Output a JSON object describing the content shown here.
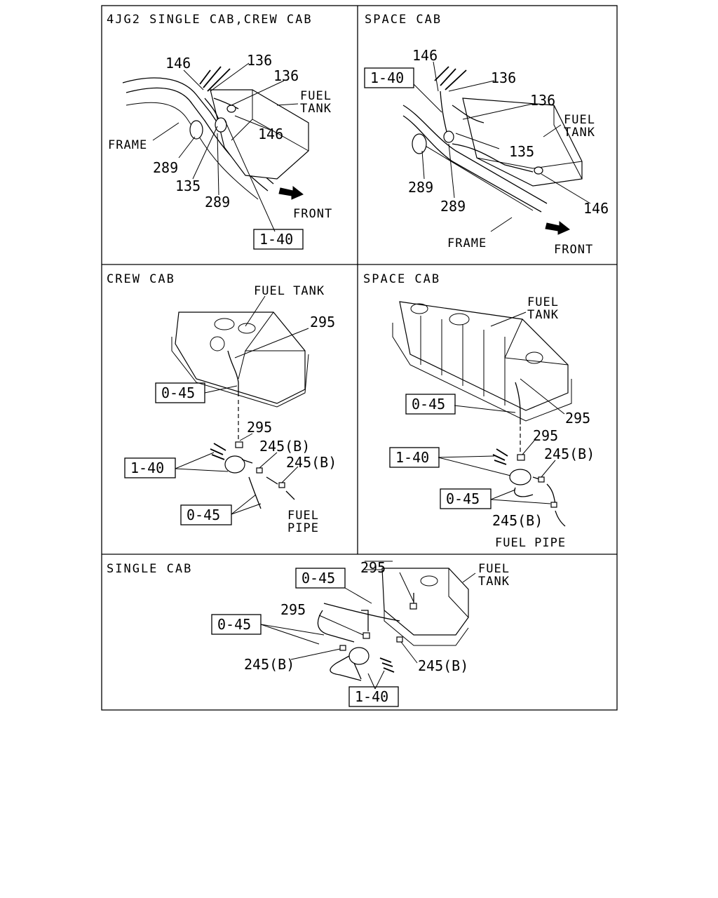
{
  "panels": {
    "p1": {
      "title": "4JG2 SINGLE CAB,CREW CAB",
      "callouts": [
        "146",
        "136",
        "136",
        "146",
        "289",
        "135",
        "289"
      ],
      "labels": {
        "fuel": "FUEL",
        "tank": "TANK",
        "frame": "FRAME",
        "front": "FRONT"
      },
      "ref": "1-40"
    },
    "p2": {
      "title": "SPACE CAB",
      "callouts": [
        "146",
        "136",
        "136",
        "135",
        "289",
        "289",
        "146"
      ],
      "labels": {
        "fuel": "FUEL",
        "tank": "TANK",
        "frame": "FRAME",
        "front": "FRONT"
      },
      "ref": "1-40"
    },
    "p3": {
      "title": "CREW CAB",
      "callouts": [
        "295",
        "295",
        "245(B)",
        "245(B)"
      ],
      "labels": {
        "fuel_tank": "FUEL TANK",
        "fuel": "FUEL",
        "pipe": "PIPE"
      },
      "refs": [
        "0-45",
        "1-40",
        "0-45"
      ]
    },
    "p4": {
      "title": "SPACE CAB",
      "callouts": [
        "295",
        "295",
        "245(B)",
        "245(B)"
      ],
      "labels": {
        "fuel": "FUEL",
        "tank": "TANK",
        "fuel_pipe": "FUEL PIPE"
      },
      "refs": [
        "0-45",
        "1-40",
        "0-45"
      ]
    },
    "p5": {
      "title": "SINGLE CAB",
      "callouts": [
        "295",
        "295",
        "245(B)",
        "245(B)"
      ],
      "labels": {
        "fuel": "FUEL",
        "tank": "TANK"
      },
      "refs": [
        "0-45",
        "0-45",
        "1-40"
      ]
    }
  }
}
